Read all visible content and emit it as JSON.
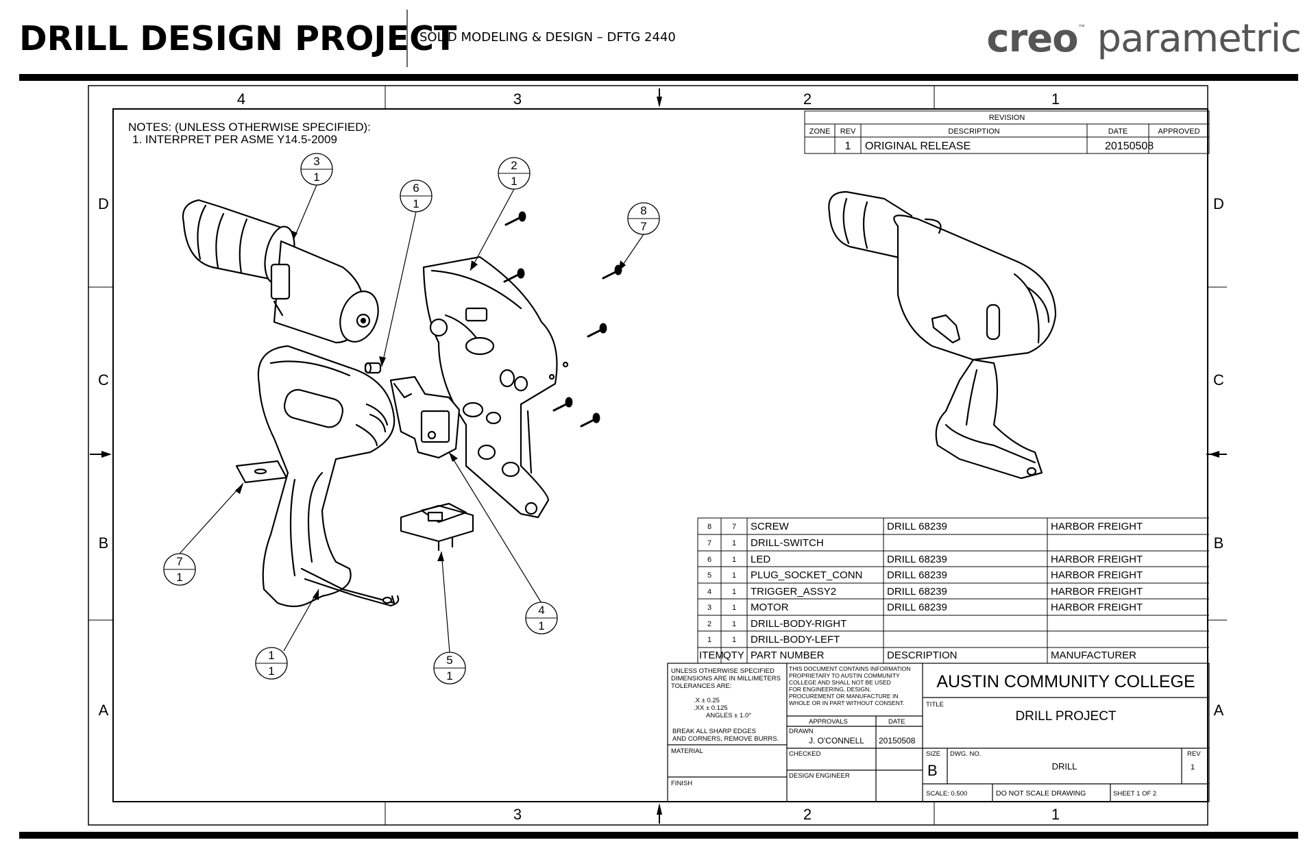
{
  "header": {
    "title": "DRILL DESIGN PROJECT",
    "subtitle": "SOLID MODELING & DESIGN – DFTG 2440",
    "logo_bold": "creo",
    "logo_tm": "™",
    "logo_rest": " parametric"
  },
  "zones": {
    "top": [
      "4",
      "3",
      "2",
      "1"
    ],
    "bottom": [
      "3",
      "2",
      "1"
    ],
    "rows": [
      "D",
      "C",
      "B",
      "A"
    ]
  },
  "notes": {
    "line1": "NOTES: (UNLESS OTHERWISE SPECIFIED):",
    "line2": "1. INTERPRET PER ASME Y14.5-2009"
  },
  "revision": {
    "title": "REVISION",
    "headers": [
      "ZONE",
      "REV",
      "DESCRIPTION",
      "DATE",
      "APPROVED"
    ],
    "row": [
      "",
      "1",
      "ORIGINAL RELEASE",
      "20150508",
      ""
    ]
  },
  "balloons": [
    {
      "item": "3",
      "qty": "1"
    },
    {
      "item": "6",
      "qty": "1"
    },
    {
      "item": "2",
      "qty": "1"
    },
    {
      "item": "8",
      "qty": "7"
    },
    {
      "item": "7",
      "qty": "1"
    },
    {
      "item": "1",
      "qty": "1"
    },
    {
      "item": "5",
      "qty": "1"
    },
    {
      "item": "4",
      "qty": "1"
    }
  ],
  "bom": {
    "rows": [
      [
        "8",
        "7",
        "SCREW",
        "DRILL 68239",
        "HARBOR FREIGHT"
      ],
      [
        "7",
        "1",
        "DRILL-SWITCH",
        "",
        ""
      ],
      [
        "6",
        "1",
        "LED",
        "DRILL 68239",
        "HARBOR FREIGHT"
      ],
      [
        "5",
        "1",
        "PLUG_SOCKET_CONN",
        "DRILL 68239",
        "HARBOR FREIGHT"
      ],
      [
        "4",
        "1",
        "TRIGGER_ASSY2",
        "DRILL 68239",
        "HARBOR FREIGHT"
      ],
      [
        "3",
        "1",
        "MOTOR",
        "DRILL 68239",
        "HARBOR FREIGHT"
      ],
      [
        "2",
        "1",
        "DRILL-BODY-RIGHT",
        "",
        ""
      ],
      [
        "1",
        "1",
        "DRILL-BODY-LEFT",
        "",
        ""
      ]
    ],
    "headers": [
      "ITEM",
      "QTY",
      "PART NUMBER",
      "DESCRIPTION",
      "MANUFACTURER"
    ]
  },
  "title_block": {
    "tol1": "UNLESS OTHERWISE SPECIFIED",
    "tol2": "DIMENSIONS ARE IN MILLIMETERS",
    "tol3": "TOLERANCES ARE:",
    "tol_x": ".X   ± 0.25",
    "tol_xx": ".XX   ± 0.125",
    "tol_ang": "ANGLES ± 1.0°",
    "break1": "BREAK ALL SHARP EDGES",
    "break2": "AND CORNERS, REMOVE BURRS.",
    "material": "MATERIAL",
    "finish": "FINISH",
    "prop1": "THIS DOCUMENT CONTAINS INFORMATION",
    "prop2": "PROPRIETARY TO AUSTIN COMMUNITY",
    "prop3": "COLLEGE AND SHALL NOT BE USED",
    "prop4": "FOR ENGINEERING, DESIGN,",
    "prop5": "PROCUREMENT OR MANUFACTURE IN",
    "prop6": "WHOLE OR IN PART WITHOUT CONSENT.",
    "approvals": "APPROVALS",
    "date_label": "DATE",
    "drawn_label": "DRAWN",
    "drawn_by": "J. O'CONNELL",
    "drawn_date": "20150508",
    "checked": "CHECKED",
    "design_engineer": "DESIGN ENGINEER",
    "company": "AUSTIN COMMUNITY COLLEGE",
    "title_label": "TITLE",
    "title": "DRILL PROJECT",
    "size_label": "SIZE",
    "size": "B",
    "dwgno_label": "DWG. NO.",
    "dwgno": "DRILL",
    "rev_label": "REV",
    "rev": "1",
    "scale": "SCALE: 0.500",
    "noscale": "DO NOT SCALE DRAWING",
    "sheet": "SHEET   1  OF  2"
  }
}
